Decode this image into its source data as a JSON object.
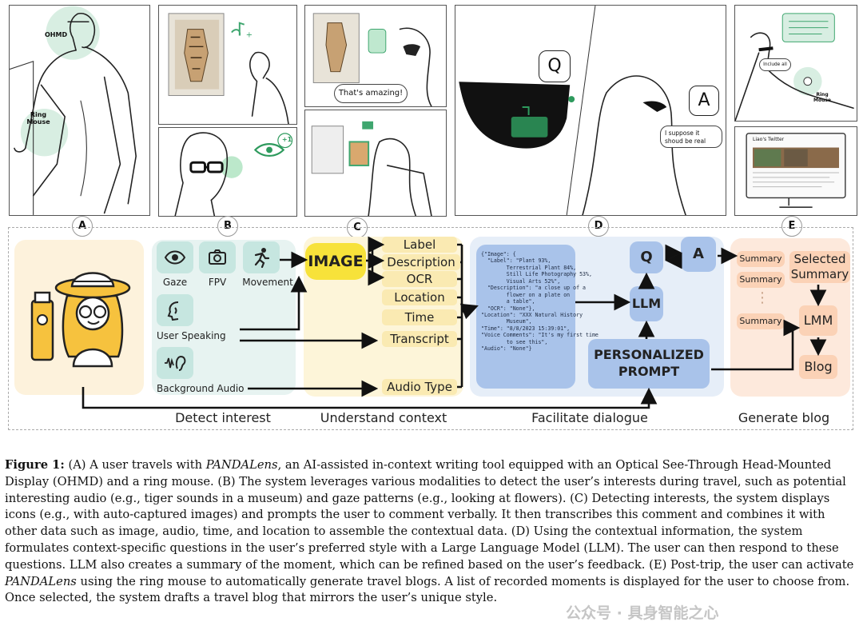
{
  "panels": {
    "a": {
      "label": "A",
      "ohmd": "OHMD",
      "ring_mouse": "Ring Mouse"
    },
    "b": {
      "label": "B",
      "eye_count": "+1"
    },
    "c": {
      "label": "C",
      "bubble": "That's amazing!"
    },
    "d": {
      "label": "D",
      "q": "Q",
      "a": "A",
      "reply": "I suppose it shoud be real"
    },
    "e": {
      "label": "E",
      "include_all": "Include all",
      "ring_mouse": "Ring Mouse",
      "site": "Liao's Twitter"
    }
  },
  "pipeline": {
    "stages": {
      "detect": "Detect interest",
      "understand": "Understand context",
      "dialogue": "Facilitate dialogue",
      "blog": "Generate blog"
    },
    "modalities": {
      "gaze": "Gaze",
      "fpv": "FPV",
      "movement": "Movement",
      "speaking": "User Speaking",
      "audio": "Background Audio"
    },
    "image": "IMAGE",
    "context": {
      "label": "Label",
      "description": "Description",
      "ocr": "OCR",
      "location": "Location",
      "time": "Time",
      "transcript": "Transcript",
      "audio_type": "Audio Type"
    },
    "json_text": "{\"Image\": {\n  \"Label\": \"Plant 93%,\n        Terrestrial Plant 84%,\n        Still Life Photography 53%,\n        Visual Arts 52%\",\n  \"Description\": \"a close up of a\n        flower on a plate on\n        a table\",\n  \"OCR\": \"None\"},\n\"Location\": \"XXX Natural History\n        Museum\",\n\"Time\": \"8/8/2023 15:39:01\",\n\"Voice Comments\": \"It's my first time\n        to see this\",\n\"Audio\": \"None\"}",
    "q": "Q",
    "a": "A",
    "llm": "LLM",
    "prompt_line1": "PERSONALIZED",
    "prompt_line2": "PROMPT",
    "summary": "Summary",
    "selected_line1": "Selected",
    "selected_line2": "Summary",
    "lmm": "LMM",
    "blog": "Blog",
    "ellipsis": "⋮"
  },
  "caption": {
    "label": "Figure 1:",
    "parts": [
      " (A) A user travels with ",
      "PANDALens",
      ", an AI-assisted in-context writing tool equipped with an Optical See-Through Head-Mounted Display (OHMD) and a ring mouse. (B) The system leverages various modalities to detect the user’s interests during travel, such as potential interesting audio (e.g., tiger sounds in a museum) and gaze patterns (e.g., looking at flowers). (C) Detecting interests, the system displays icons (e.g., with auto-captured images) and prompts the user to comment verbally. It then transcribes this comment and combines it with other data such as image, audio, time, and location to assemble the contextual data. (D) Using the contextual information, the system formulates context-specific questions in the user’s preferred style with a Large Language Model (LLM). The user can then respond to these questions. LLM also creates a summary of the moment, which can be refined based on the user’s feedback. (E) Post-trip, the user can activate ",
      "PANDALens",
      " using the ring mouse to automatically generate travel blogs. A list of recorded moments is displayed for the user to choose from. Once selected, the system drafts a travel blog that mirrors the user’s unique style."
    ]
  },
  "watermark": "公众号 · 具身智能之心"
}
